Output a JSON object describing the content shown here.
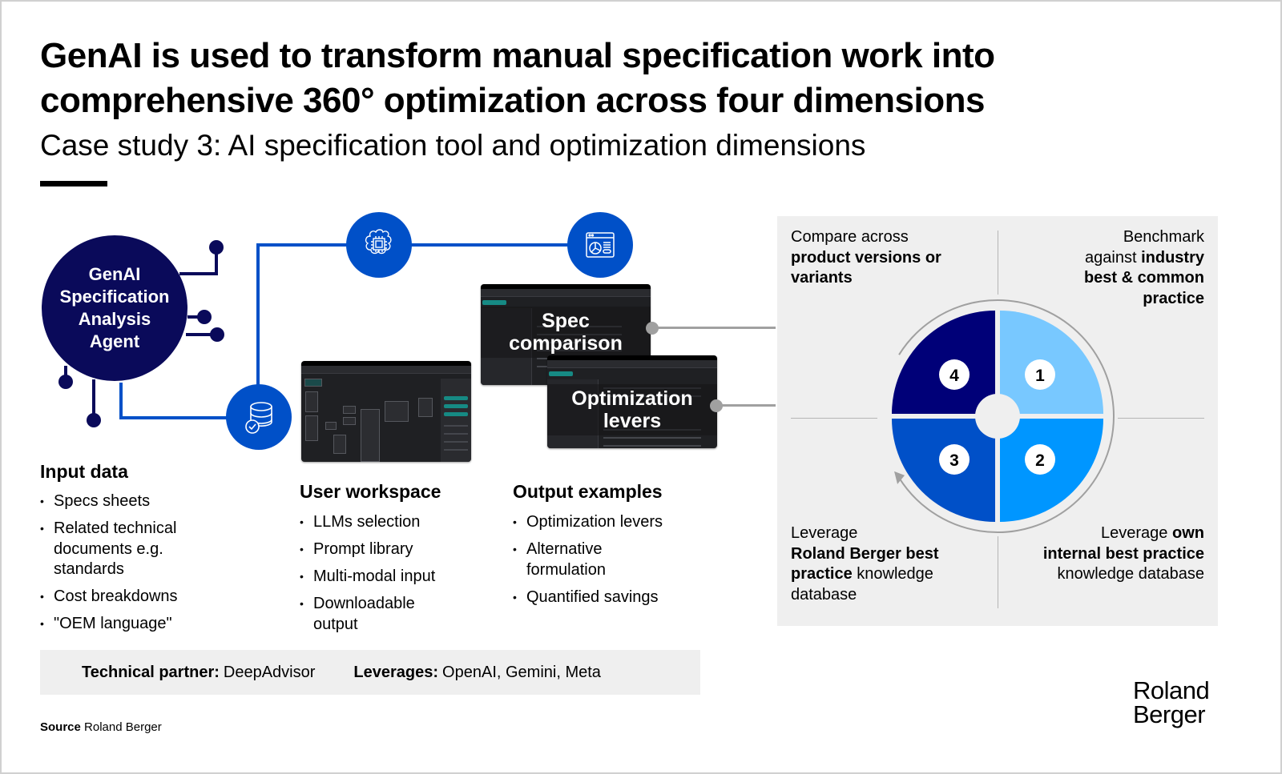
{
  "header": {
    "title_line1": "GenAI is used to transform manual specification work into",
    "title_line2": "comprehensive 360° optimization across four dimensions",
    "subtitle": "Case study 3: AI specification tool and optimization dimensions"
  },
  "agent": {
    "label_lines": [
      "GenAI",
      "Specification",
      "Analysis",
      "Agent"
    ]
  },
  "icons": {
    "database": "database-check-icon",
    "ai_chip": "ai-brain-chip-icon",
    "dashboard": "dashboard-window-icon"
  },
  "screenshots": {
    "spec_comparison": {
      "label_line1": "Spec",
      "label_line2": "comparison"
    },
    "optimization_levers": {
      "label_line1": "Optimization",
      "label_line2": "levers"
    }
  },
  "columns": {
    "input_data": {
      "heading": "Input data",
      "items": [
        "Specs sheets",
        "Related technical documents e.g. standards",
        "Cost breakdowns",
        "\"OEM language\""
      ]
    },
    "user_workspace": {
      "heading": "User workspace",
      "items": [
        "LLMs selection",
        "Prompt library",
        "Multi-modal input",
        "Downloadable output"
      ]
    },
    "output_examples": {
      "heading": "Output examples",
      "items": [
        "Optimization levers",
        "Alternative formulation",
        "Quantified savings"
      ]
    }
  },
  "partner_bar": {
    "partner_label": "Technical partner:",
    "partner_value": "DeepAdvisor",
    "leverages_label": "Leverages:",
    "leverages_value": "OpenAI, Gemini, Meta"
  },
  "dimensions": {
    "colors": {
      "q1": "#78c8ff",
      "q2": "#0096ff",
      "q3": "#0050c8",
      "q4": "#000078"
    },
    "quadrants": [
      {
        "number": "1",
        "text_plain": "Benchmark against ",
        "text_bold": "industry best & common practice",
        "pre": "Benchmark",
        "mid_plain": "against ",
        "mid_bold": "industry",
        "bold_rest_1": "best & common",
        "bold_rest_2": "practice"
      },
      {
        "number": "2",
        "pre": "Leverage ",
        "bold1": "own",
        "bold2": "internal best practice",
        "post": "knowledge database"
      },
      {
        "number": "3",
        "pre": "Leverage",
        "bold1": "Roland Berger best",
        "bold2": "practice",
        "post1": " knowledge",
        "post2": "database"
      },
      {
        "number": "4",
        "pre": "Compare across",
        "bold1": "product versions or",
        "bold2": "variants"
      }
    ]
  },
  "footer": {
    "source_label": "Source",
    "source_value": "Roland Berger",
    "logo_line1": "Roland",
    "logo_line2": "Berger"
  }
}
